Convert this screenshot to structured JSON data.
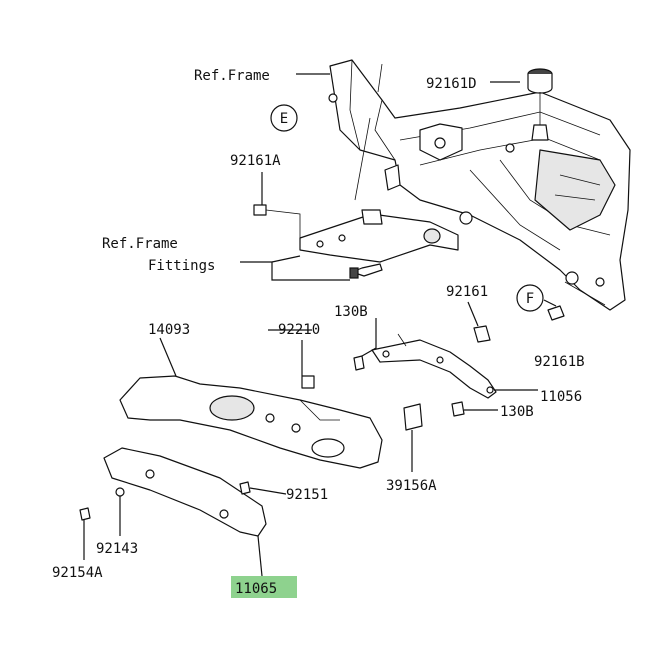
{
  "labels": {
    "ref_frame": "Ref.Frame",
    "ref_frame_fittings_1": "Ref.Frame",
    "ref_frame_fittings_2": "Fittings",
    "p92161D": "92161D",
    "p92161A": "92161A",
    "p92161": "92161",
    "p92161B": "92161B",
    "p130B_top": "130B",
    "p130B_right": "130B",
    "p92210": "92210",
    "p14093": "14093",
    "p11056": "11056",
    "p39156A": "39156A",
    "p92151": "92151",
    "p92143": "92143",
    "p92154A": "92154A",
    "p11065": "11065",
    "callout_E": "E",
    "callout_F": "F"
  },
  "colors": {
    "highlight": "#8ed28e",
    "line": "#111111"
  }
}
